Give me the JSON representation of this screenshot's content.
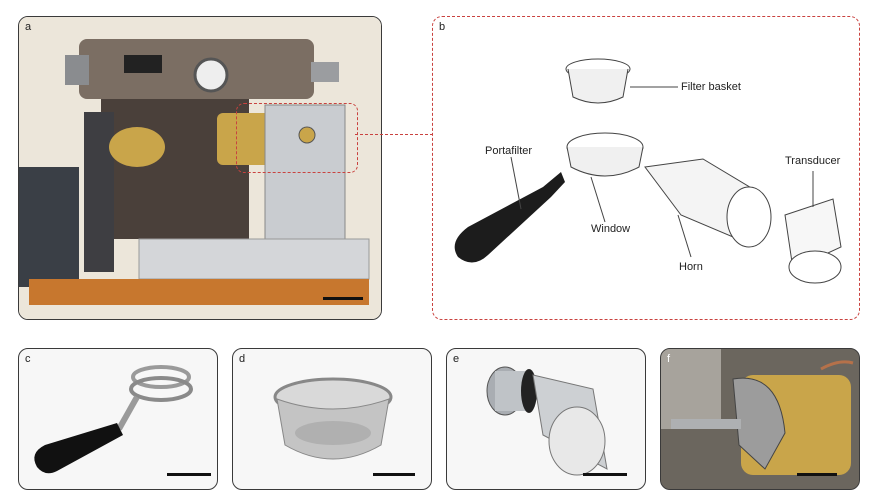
{
  "panels": {
    "a": {
      "label": "a"
    },
    "b": {
      "label": "b",
      "annotations": {
        "filter_basket": "Filter basket",
        "portafilter": "Portafilter",
        "transducer": "Transducer",
        "window": "Window",
        "horn": "Horn"
      }
    },
    "c": {
      "label": "c"
    },
    "d": {
      "label": "d"
    },
    "e": {
      "label": "e"
    },
    "f": {
      "label": "f"
    }
  },
  "colors": {
    "highlight": "#c9423f",
    "brass": "#c9a54a",
    "steel": "#b9bcc0"
  }
}
